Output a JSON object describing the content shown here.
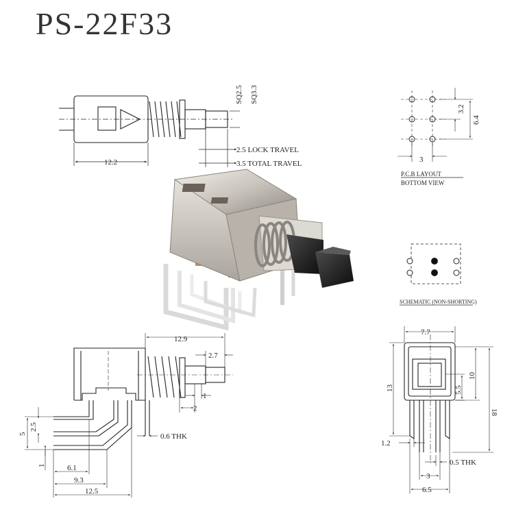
{
  "title": "PS-22F33",
  "top_view": {
    "sq_a": "SQ2.5",
    "sq_b": "SQ3.3",
    "lock_travel": "2.5 LOCK TRAVEL",
    "total_travel": "3.5 TOTAL TRAVEL",
    "body_len": "12.2"
  },
  "pcb": {
    "d1": "3.2",
    "d2": "6.4",
    "d3": "3",
    "caption1": "P.C.B LAYOUT",
    "caption2": "BOTTOM VIEW"
  },
  "schematic": {
    "caption": "SCHEMATIC (NON-SHORTING)"
  },
  "side_view": {
    "d_total": "12.9",
    "d_knob": "2.7",
    "d_1": "1",
    "d_2": "2",
    "thk": "0.6 THK",
    "d_5": "5",
    "d_25": "2.5",
    "d_1b": "1",
    "d_61": "6.1",
    "d_93": "9.3",
    "d_125": "12.5"
  },
  "front_view": {
    "d_77": "7.7",
    "d_13": "13",
    "d_10": "10",
    "d_55": "5.5",
    "d_18": "18",
    "d_12": "1.2",
    "d_3": "3",
    "thk": "0.5 THK",
    "d_65": "6.5"
  }
}
